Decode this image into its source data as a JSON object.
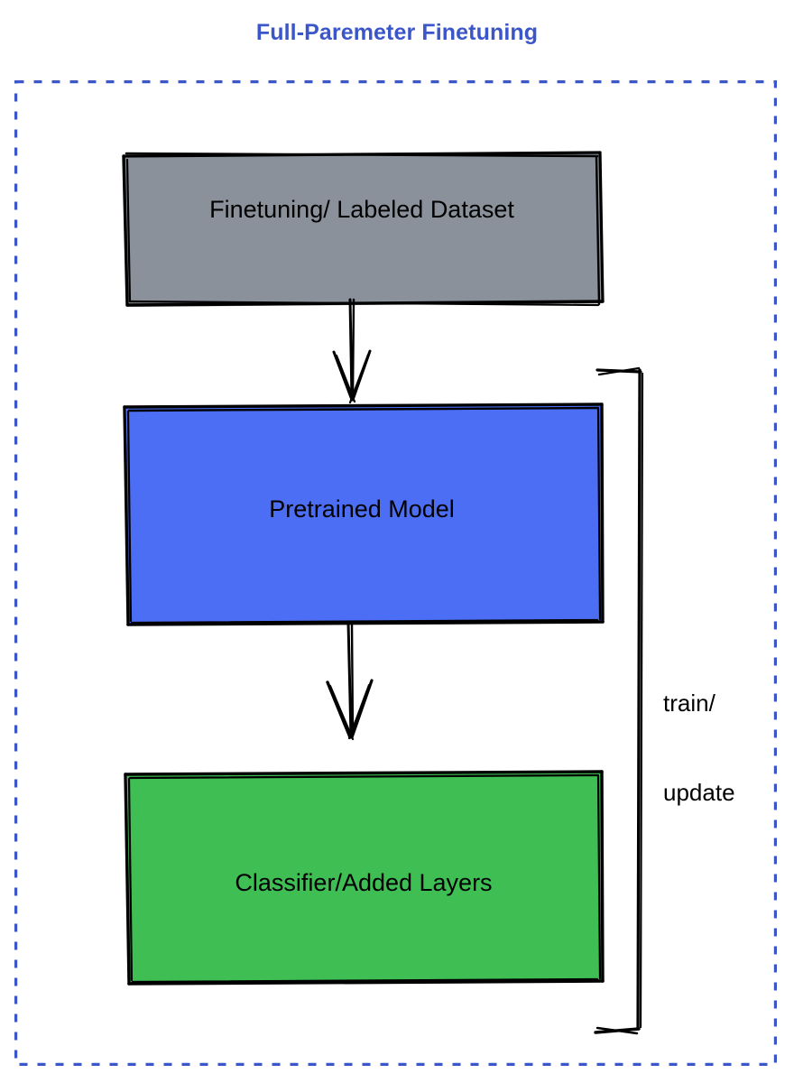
{
  "diagram": {
    "title": "Full-Paremeter Finetuning",
    "title_color": "#3B56C8",
    "frame": {
      "style": "dashed",
      "color": "#3B56C8"
    },
    "nodes": [
      {
        "id": "dataset",
        "label": "Finetuning/ Labeled Dataset",
        "fill": "#8A919B",
        "stroke": "#000000",
        "shape": "rectangle-sketchy"
      },
      {
        "id": "model",
        "label": "Pretrained Model",
        "fill": "#4C6EF5",
        "stroke": "#000000",
        "shape": "rectangle-sketchy"
      },
      {
        "id": "classifier",
        "label": "Classifier/Added Layers",
        "fill": "#3FBE54",
        "stroke": "#000000",
        "shape": "rectangle-sketchy"
      }
    ],
    "edges": [
      {
        "id": "dataset-to-model",
        "from": "dataset",
        "to": "model",
        "label": "",
        "arrowhead": "open",
        "color": "#000000"
      },
      {
        "id": "model-to-classifier",
        "from": "model",
        "to": "classifier",
        "label": "",
        "arrowhead": "open",
        "color": "#000000"
      },
      {
        "id": "feedback-bracket",
        "from": "classifier",
        "to": "model",
        "label_line1": "train/",
        "label_line2": "update",
        "arrowhead": "none",
        "color": "#000000"
      }
    ]
  }
}
